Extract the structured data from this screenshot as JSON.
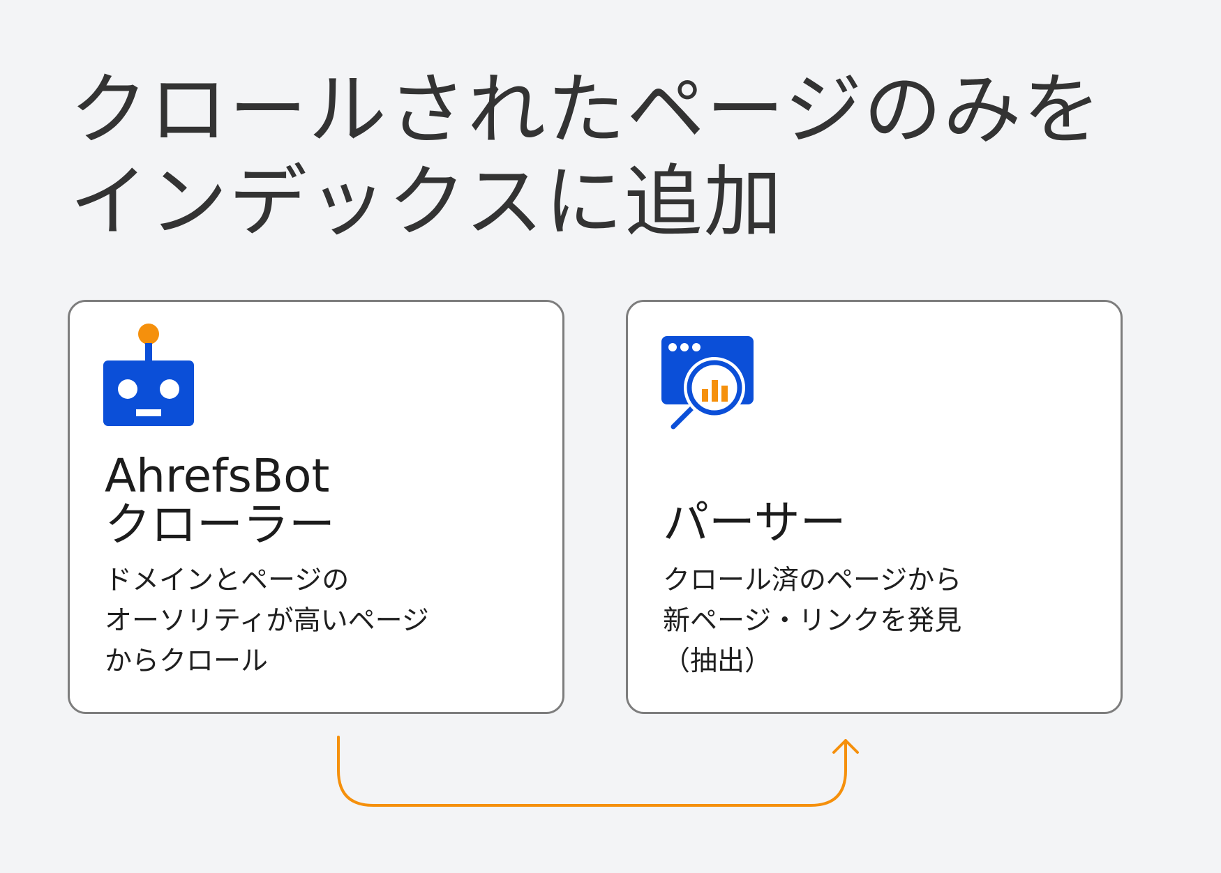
{
  "title": {
    "line1": "クロールされたページのみを",
    "line2": "インデックスに追加"
  },
  "cards": [
    {
      "icon": "robot-icon",
      "title_lines": [
        "AhrefsBot",
        "クローラー"
      ],
      "desc_lines": [
        "ドメインとページの",
        "オーソリティが高いページ",
        "からクロール"
      ]
    },
    {
      "icon": "browser-magnifier-chart-icon",
      "title_lines": [
        "パーサー"
      ],
      "desc_lines": [
        "クロール済のページから",
        "新ページ・リンクを発見",
        "（抽出）"
      ]
    }
  ],
  "colors": {
    "background": "#f3f4f6",
    "accent_blue": "#0b4fd8",
    "accent_orange": "#f5900c",
    "card_border": "#7d7d7d",
    "text": "#333333"
  },
  "arrow": {
    "direction": "left-card-to-right-card"
  }
}
